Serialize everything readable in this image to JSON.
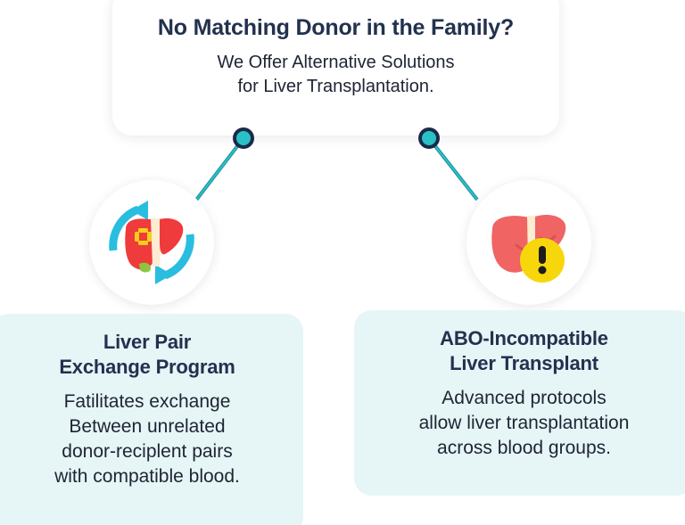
{
  "hero": {
    "title": "No Matching Donor in the Family?",
    "subtitle_line1": "We Offer Alternative Solutions",
    "subtitle_line2": "for Liver Transplantation."
  },
  "icons": [
    {
      "name": "liver-exchange-icon",
      "alt": "liver with circular exchange arrows"
    },
    {
      "name": "liver-warning-icon",
      "alt": "liver with yellow exclamation badge"
    }
  ],
  "cards": [
    {
      "title_line1": "Liver Pair",
      "title_line2": "Exchange Program",
      "body_line1": "Fatilitates exchange",
      "body_line2": "Between unrelated",
      "body_line3": "donor-reciplent pairs",
      "body_line4": "with compatible blood."
    },
    {
      "title_line1": "ABO-Incompatible",
      "title_line2": "Liver Transplant",
      "body_line1": "Advanced protocols",
      "body_line2": "allow liver transplantation",
      "body_line3": "across blood groups.",
      "body_line4": ""
    }
  ],
  "colors": {
    "navy": "#23314f",
    "body_text": "#1d2433",
    "teal": "#29c1c6",
    "dot_ring": "#1b2a4a",
    "card_mint": "#e6f5f6",
    "liver_red": "#ef4b4b",
    "liver_red_soft": "#ef6b6b",
    "warning_yellow": "#f7d70b",
    "arrow_cyan": "#29bde0",
    "card_white": "#ffffff"
  }
}
